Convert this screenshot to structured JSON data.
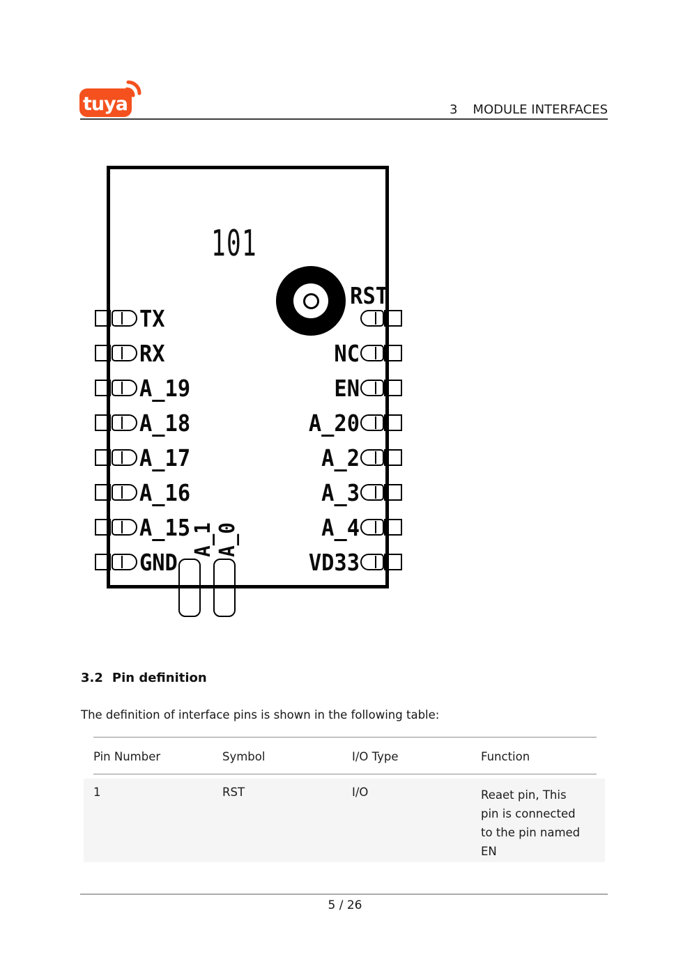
{
  "header": {
    "logo_text": "tuya",
    "chapter_number": "3",
    "chapter_title": "MODULE INTERFACES"
  },
  "diagram": {
    "chip_label": "101",
    "left_pins": [
      "TX",
      "RX",
      "A_19",
      "A_18",
      "A_17",
      "A_16",
      "A_15",
      "GND"
    ],
    "right_pins": [
      "RST",
      "NC",
      "EN",
      "A_20",
      "A_2",
      "A_3",
      "A_4",
      "VD33"
    ],
    "bottom_pins": [
      "A_1",
      "A_0"
    ]
  },
  "section": {
    "number": "3.2",
    "title": "Pin definition"
  },
  "body_text": "The definition of interface pins is shown in the following table:",
  "table": {
    "headers": [
      "Pin Number",
      "Symbol",
      "I/O Type",
      "Function"
    ],
    "rows": [
      {
        "pin_number": "1",
        "symbol": "RST",
        "io_type": "I/O",
        "function": "Reaet pin, This pin is connected to the pin named EN"
      }
    ]
  },
  "footer": {
    "page_indicator": "5 / 26"
  },
  "colors": {
    "brand_orange": "#F4511E",
    "row_bg": "#f5f5f5"
  }
}
